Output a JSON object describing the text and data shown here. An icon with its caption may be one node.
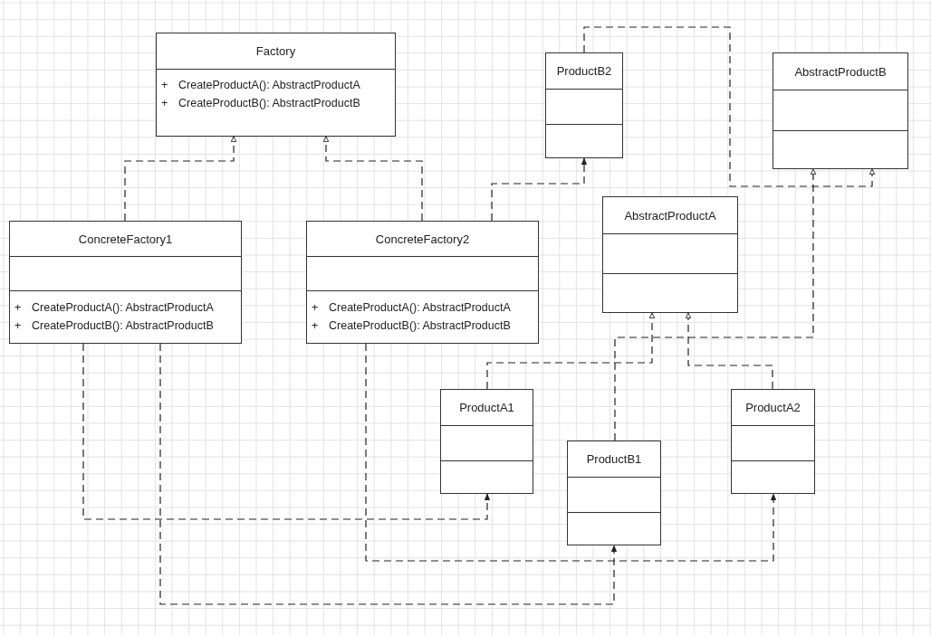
{
  "diagram": {
    "nodes": [
      {
        "text": [
          "Factory",
          "+",
          "CreateProductA(): AbstractProductA",
          "+",
          "CreateProductB(): AbstractProductB"
        ]
      },
      {
        "text": [
          "ConcreteFactory1",
          "+",
          "CreateProductA(): AbstractProductA",
          "+",
          "CreateProductB(): AbstractProductB"
        ]
      },
      {
        "text": [
          "ConcreteFactory2",
          "+",
          "CreateProductA(): AbstractProductA",
          "+",
          "CreateProductB(): AbstractProductB"
        ]
      },
      {
        "text": [
          "ProductB2"
        ]
      },
      {
        "text": [
          "AbstractProductB"
        ]
      },
      {
        "text": [
          "AbstractProductA"
        ]
      },
      {
        "text": [
          "ProductA1"
        ]
      },
      {
        "text": [
          "ProductB1"
        ]
      },
      {
        "text": [
          "ProductA2"
        ]
      }
    ],
    "edges": [
      {
        "from": 1,
        "to": 0,
        "arrow": "to",
        "style": "dashed"
      },
      {
        "from": 2,
        "to": 0,
        "arrow": "to",
        "style": "dashed"
      },
      {
        "from": 2,
        "to": 3,
        "arrow": "to",
        "style": "dashed"
      },
      {
        "from": 1,
        "to": 6,
        "arrow": "to",
        "style": "dashed"
      },
      {
        "from": 1,
        "to": 7,
        "arrow": "to",
        "style": "dashed"
      },
      {
        "from": 2,
        "to": 8,
        "arrow": "to",
        "style": "dashed"
      },
      {
        "from": 3,
        "to": 4,
        "arrow": "to",
        "style": "dashed"
      },
      {
        "from": 7,
        "to": 4,
        "arrow": "to",
        "style": "dashed"
      },
      {
        "from": 6,
        "to": 5,
        "arrow": "to",
        "style": "dashed"
      },
      {
        "from": 8,
        "to": 5,
        "arrow": "to",
        "style": "dashed"
      }
    ]
  }
}
